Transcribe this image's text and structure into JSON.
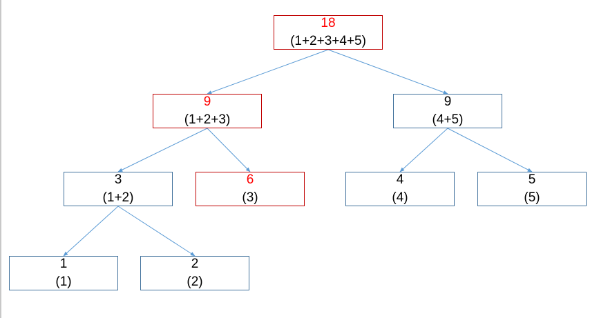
{
  "colors": {
    "node_border": "#41719c",
    "highlight_border": "#c00000",
    "highlight_text": "#ff0000",
    "edge": "#5b9bd5"
  },
  "tree": {
    "root": {
      "value": "18",
      "expr": "(1+2+3+4+5)",
      "highlighted": true
    },
    "n9a": {
      "value": "9",
      "expr": "(1+2+3)",
      "highlighted": true
    },
    "n9b": {
      "value": "9",
      "expr": "(4+5)",
      "highlighted": false
    },
    "n3": {
      "value": "3",
      "expr": "(1+2)",
      "highlighted": false
    },
    "n6": {
      "value": "6",
      "expr": "(3)",
      "highlighted": true
    },
    "n4": {
      "value": "4",
      "expr": "(4)",
      "highlighted": false
    },
    "n5": {
      "value": "5",
      "expr": "(5)",
      "highlighted": false
    },
    "n1": {
      "value": "1",
      "expr": "(1)",
      "highlighted": false
    },
    "n2": {
      "value": "2",
      "expr": "(2)",
      "highlighted": false
    }
  },
  "edges": [
    [
      "root",
      "n9a"
    ],
    [
      "root",
      "n9b"
    ],
    [
      "n9a",
      "n3"
    ],
    [
      "n9a",
      "n6"
    ],
    [
      "n9b",
      "n4"
    ],
    [
      "n9b",
      "n5"
    ],
    [
      "n3",
      "n1"
    ],
    [
      "n3",
      "n2"
    ]
  ]
}
